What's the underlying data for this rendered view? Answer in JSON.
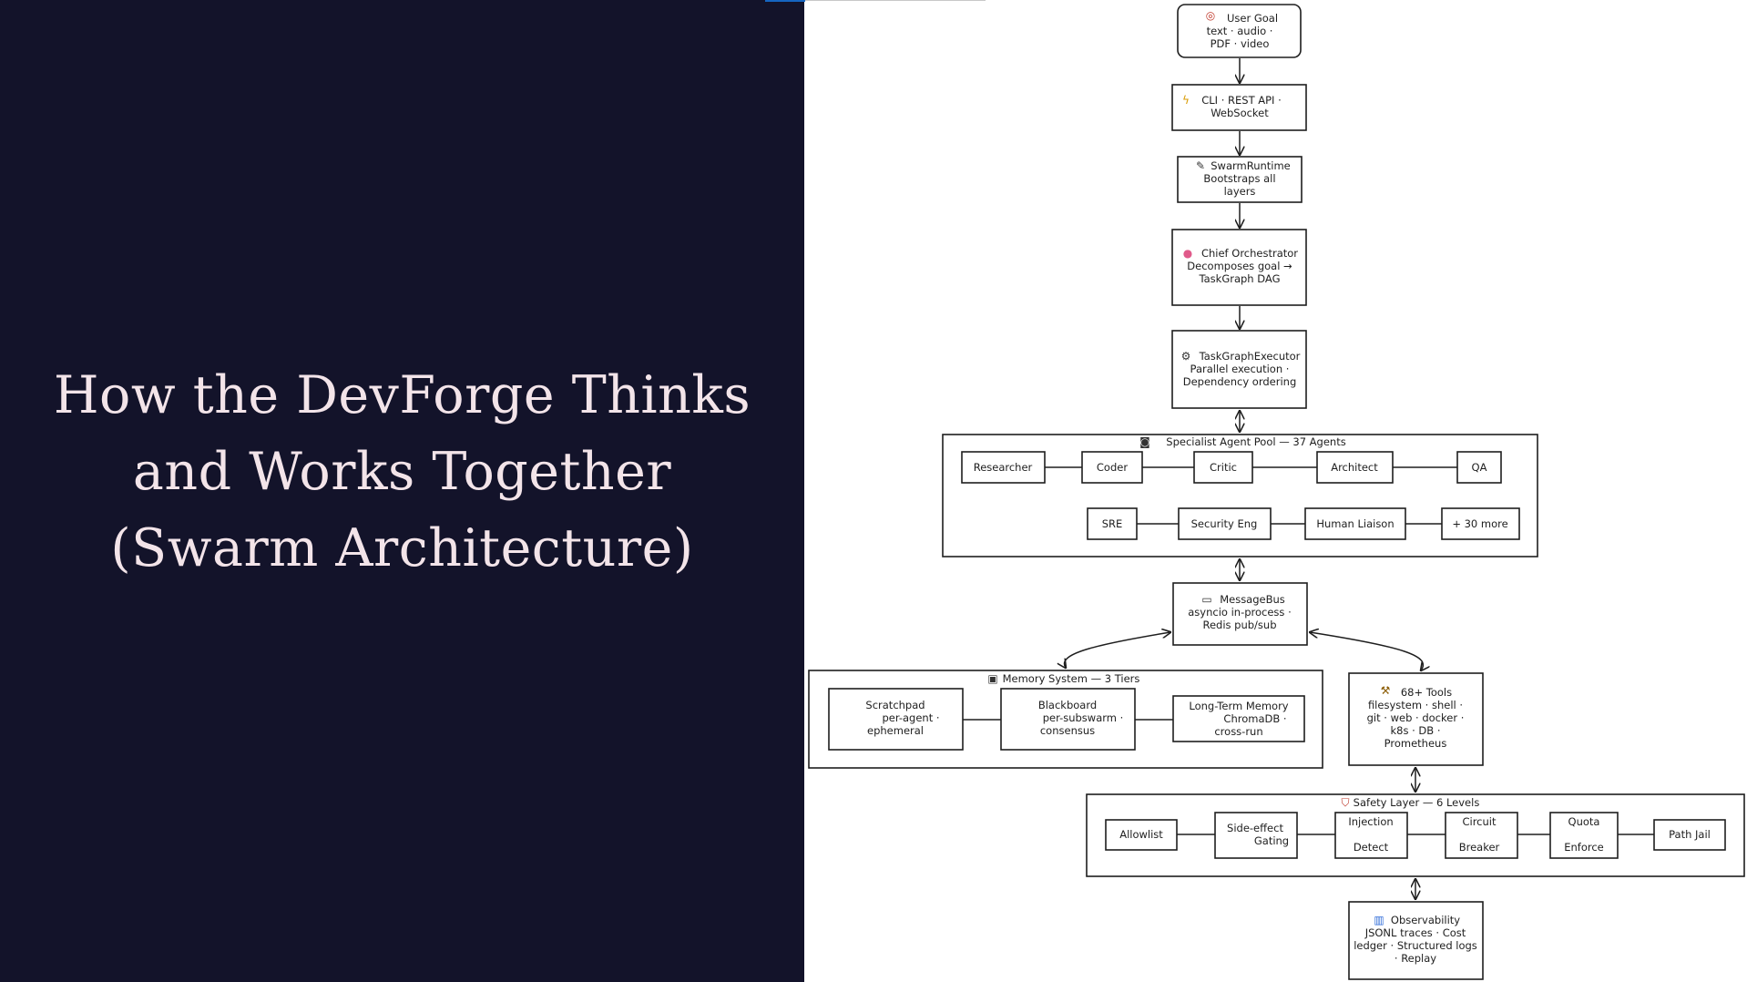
{
  "slide": {
    "title_lines": [
      "How the DevForge Thinks",
      "and Works Together",
      "(Swarm Architecture)"
    ]
  },
  "diagram": {
    "user_goal": {
      "icon": "target-icon",
      "lines": [
        "User Goal",
        "text · audio ·",
        "PDF · video"
      ]
    },
    "interfaces": {
      "icon": "lightning-icon",
      "lines": [
        "CLI · REST API ·",
        "WebSocket"
      ]
    },
    "runtime": {
      "icon": "pencil-icon",
      "lines": [
        "SwarmRuntime",
        "Bootstraps all",
        "layers"
      ]
    },
    "orchestrator": {
      "icon": "brain-icon",
      "lines": [
        "Chief Orchestrator",
        "Decomposes goal →",
        "TaskGraph DAG"
      ]
    },
    "executor": {
      "icon": "gear-icon",
      "lines": [
        "TaskGraphExecutor",
        "Parallel execution ·",
        "Dependency ordering"
      ]
    },
    "agent_pool": {
      "icon": "robot-icon",
      "title": "Specialist Agent Pool — 37 Agents",
      "row1": [
        "Researcher",
        "Coder",
        "Critic",
        "Architect",
        "QA"
      ],
      "row2": [
        "SRE",
        "Security Eng",
        "Human Liaison",
        "+ 30 more"
      ]
    },
    "message_bus": {
      "icon": "mailbox-icon",
      "lines": [
        "MessageBus",
        "asyncio in-process ·",
        "Redis pub/sub"
      ]
    },
    "memory": {
      "icon": "floppy-icon",
      "title": "Memory System — 3 Tiers",
      "items": [
        {
          "lines": [
            "Scratchpad",
            "per-agent ·",
            "ephemeral"
          ]
        },
        {
          "lines": [
            "Blackboard",
            "per-subswarm ·",
            "consensus"
          ]
        },
        {
          "lines": [
            "Long-Term Memory",
            "ChromaDB ·",
            "cross-run"
          ]
        }
      ]
    },
    "tools": {
      "icon": "tools-icon",
      "lines": [
        "68+ Tools",
        "filesystem · shell ·",
        "git · web · docker ·",
        "k8s · DB ·",
        "Prometheus"
      ]
    },
    "safety": {
      "icon": "shield-icon",
      "title": "Safety Layer — 6 Levels",
      "items": [
        {
          "lines": [
            "Allowlist"
          ]
        },
        {
          "lines": [
            "Side-effect",
            "Gating"
          ]
        },
        {
          "lines": [
            "Injection",
            "Detect"
          ]
        },
        {
          "lines": [
            "Circuit",
            "Breaker"
          ]
        },
        {
          "lines": [
            "Quota",
            "Enforce"
          ]
        },
        {
          "lines": [
            "Path Jail"
          ]
        }
      ]
    },
    "observability": {
      "icon": "chart-icon",
      "lines": [
        "Observability",
        "JSONL traces · Cost",
        "ledger · Structured logs",
        "· Replay"
      ]
    }
  }
}
